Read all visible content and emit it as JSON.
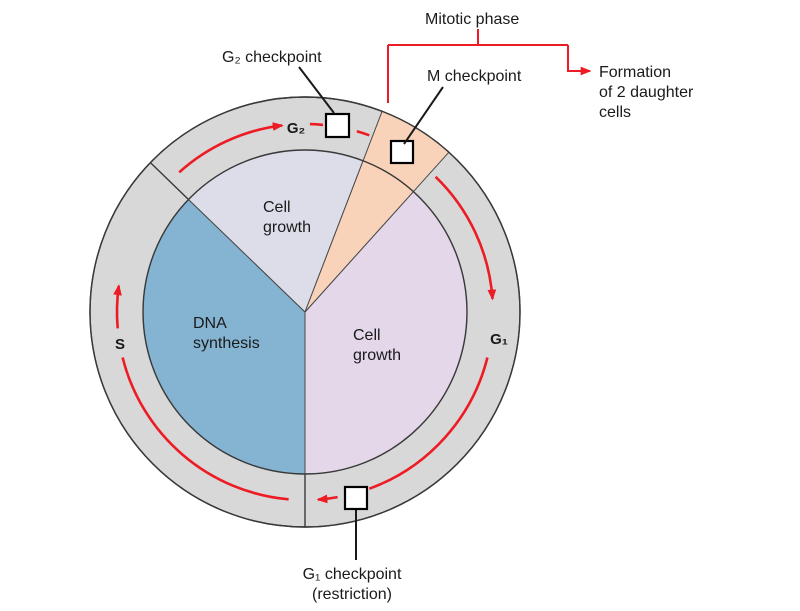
{
  "diagram_type": "cell-cycle-with-checkpoints",
  "colors": {
    "ring_gray": "#d8d8d8",
    "s_phase_blue": "#85b4d3",
    "g2_growth_lavender": "#dcdde9",
    "g1_growth_purple": "#e3d7e9",
    "m_phase_peach": "#f8d3b9",
    "arrow_red": "#ed1c24",
    "outline_dark": "#3a3a3a",
    "checkpoint_fill": "#ffffff"
  },
  "callouts": {
    "mitotic_phase": "Mitotic phase",
    "m_checkpoint": "M checkpoint",
    "g2_checkpoint": "G₂ checkpoint",
    "g1_checkpoint_line1": "G₁ checkpoint",
    "g1_checkpoint_line2": "(restriction)",
    "formation": [
      "Formation",
      "of 2 daughter",
      "cells"
    ]
  },
  "phases": {
    "g2_ring_label": "G₂",
    "g1_ring_label": "G₁",
    "s_ring_label": "S",
    "g2_interior_line1": "Cell",
    "g2_interior_line2": "growth",
    "s_interior_line1": "DNA",
    "s_interior_line2": "synthesis",
    "g1_interior_line1": "Cell",
    "g1_interior_line2": "growth"
  }
}
